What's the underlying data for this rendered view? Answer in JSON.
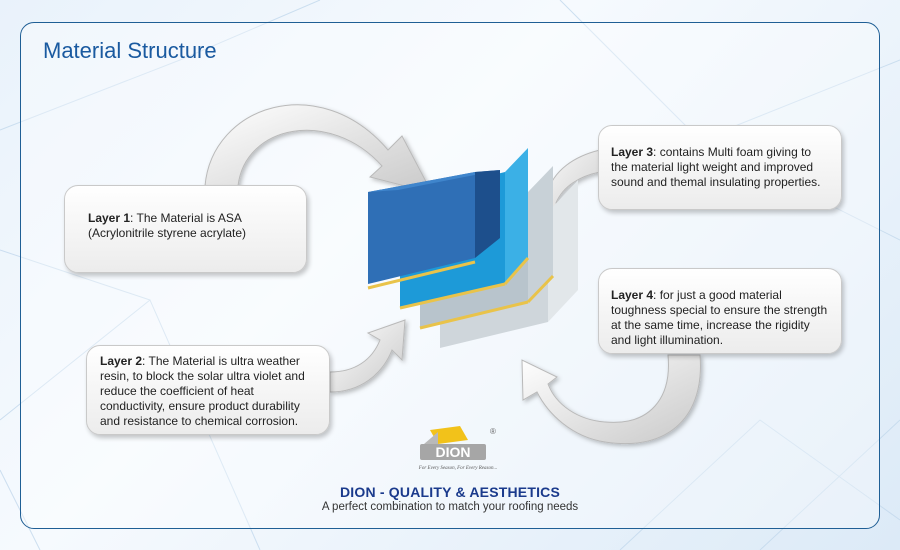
{
  "page": {
    "title": "Material Structure"
  },
  "layers": [
    {
      "label": "Layer 1",
      "text": ": The Material is ASA (Acrylonitrile styrene acrylate)"
    },
    {
      "label": "Layer 2",
      "text": ": The Material is ultra weather resin, to block the solar ultra violet and reduce the coefficient of heat conductivity, ensure product durability and resistance to chemical corrosion."
    },
    {
      "label": "Layer 3",
      "text": ": contains Multi foam giving to the material light weight and improved sound and themal insulating properties."
    },
    {
      "label": "Layer 4",
      "text": ": for just a good material toughness special to ensure the strength at the same time, increase the rigidity and light illumination."
    }
  ],
  "logo": {
    "text": "DION",
    "registered": "®",
    "slogan": "For Every Season, For Every Reason..."
  },
  "footer": {
    "brand": "DION - QUALITY & AESTHETICS",
    "tagline": "A perfect combination to match your roofing needs"
  },
  "colors": {
    "title": "#1a5aa0",
    "frame": "#1f5f95",
    "layer1": "#2f6fb6",
    "layer2": "#1d9ad8",
    "layer3": "#b8c4cc",
    "layer4": "#cfd6db",
    "separator": "#e9c34a",
    "brand": "#1a3a8c"
  }
}
